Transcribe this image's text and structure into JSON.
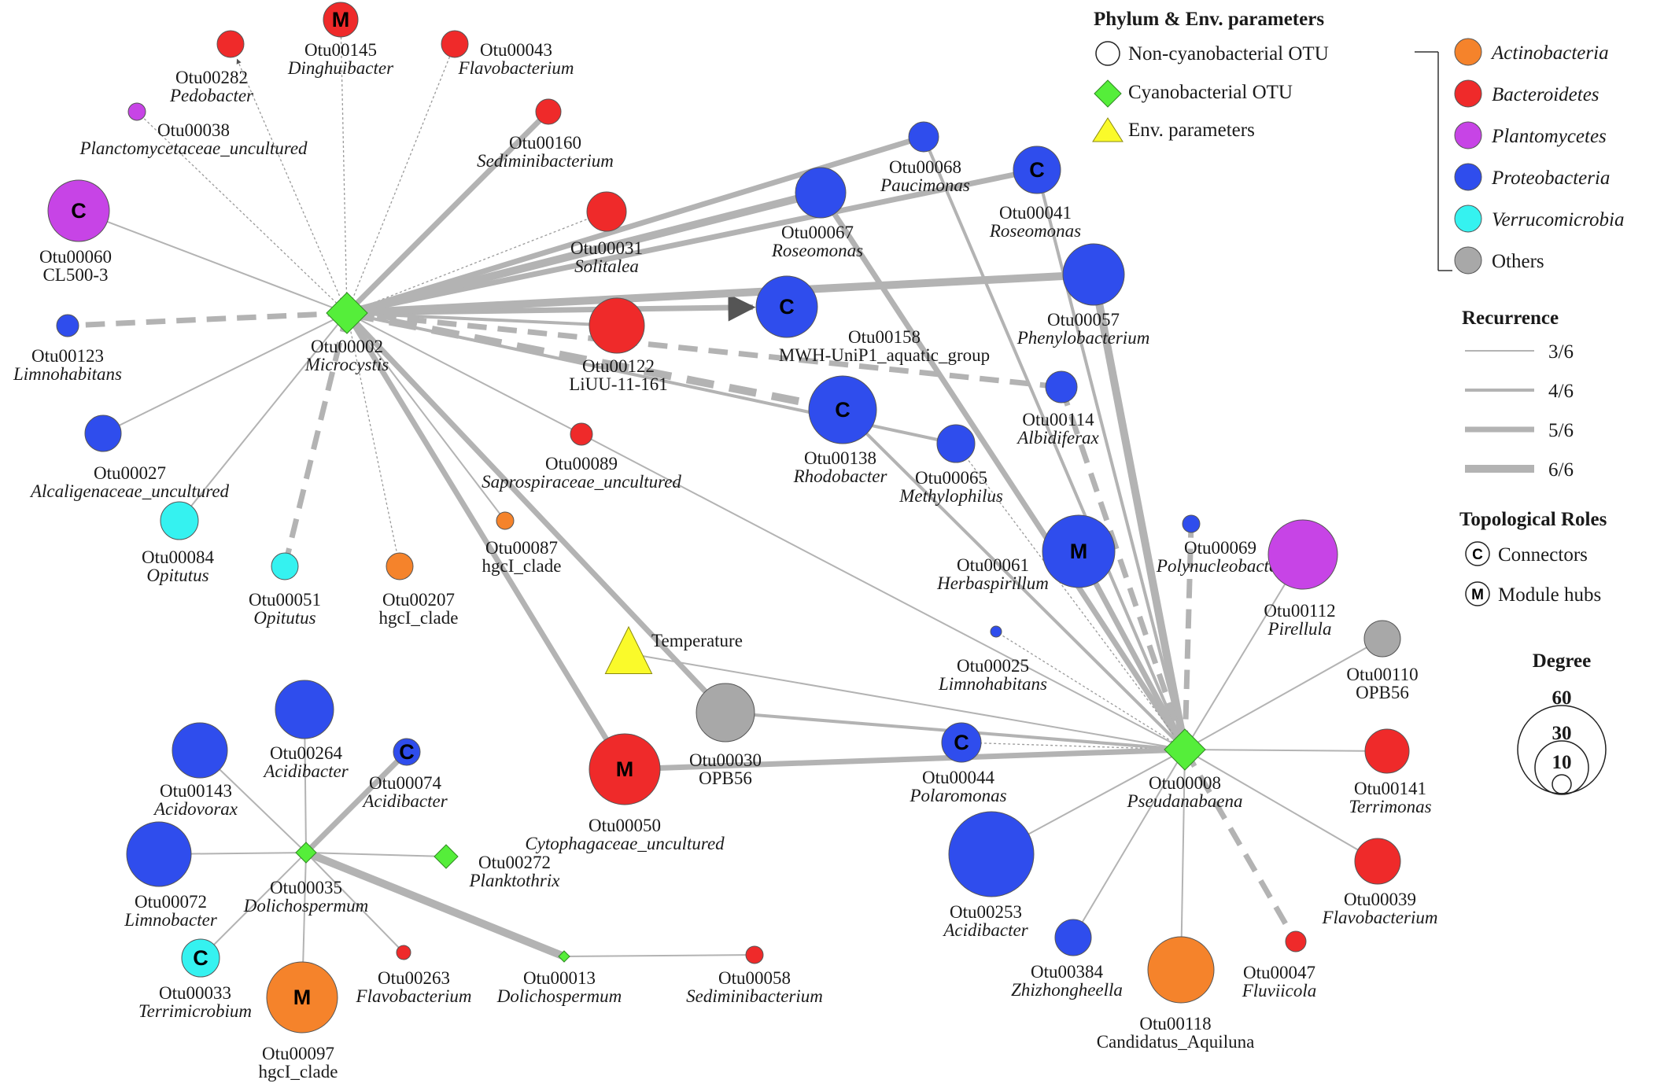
{
  "colors": {
    "Actinobacteria": "#f5832b",
    "Bacteroidetes": "#ef2a2a",
    "Plantomycetes": "#c744e6",
    "Proteobacteria": "#2f4ded",
    "Verrucomicrobia": "#35f2f0",
    "Others": "#a8a8a8",
    "cyano": "#55ee3a",
    "env": "#fafa2a",
    "edge": "#b3b3b3"
  },
  "legend": {
    "phylum_title": "Phylum & Env. parameters",
    "node_types": [
      {
        "shape": "circle",
        "label": "Non-cyanobacterial OTU"
      },
      {
        "shape": "diamond",
        "label": "Cyanobacterial OTU"
      },
      {
        "shape": "triangle",
        "label": "Env. parameters"
      }
    ],
    "phyla": [
      {
        "key": "Actinobacteria",
        "label": "Actinobacteria",
        "italic": true
      },
      {
        "key": "Bacteroidetes",
        "label": "Bacteroidetes",
        "italic": true
      },
      {
        "key": "Plantomycetes",
        "label": "Plantomycetes",
        "italic": true
      },
      {
        "key": "Proteobacteria",
        "label": "Proteobacteria",
        "italic": true
      },
      {
        "key": "Verrucomicrobia",
        "label": "Verrucomicrobia",
        "italic": true
      },
      {
        "key": "Others",
        "label": "Others",
        "italic": false
      }
    ],
    "recurrence_title": "Recurrence",
    "recurrence": [
      {
        "label": "3/6",
        "level": 3
      },
      {
        "label": "4/6",
        "level": 4
      },
      {
        "label": "5/6",
        "level": 5
      },
      {
        "label": "6/6",
        "level": 6
      }
    ],
    "roles_title": "Topological Roles",
    "roles": [
      {
        "letter": "C",
        "label": "Connectors"
      },
      {
        "letter": "M",
        "label": "Module hubs"
      }
    ],
    "degree_title": "Degree",
    "degree_values": [
      60,
      30,
      10
    ]
  },
  "nodes": [
    {
      "id": "Otu00002",
      "taxon": "Microcystis",
      "phylum": "cyano",
      "shape": "diamond",
      "italic": true
    },
    {
      "id": "Otu00008",
      "taxon": "Pseudanabaena",
      "phylum": "cyano",
      "shape": "diamond",
      "italic": true
    },
    {
      "id": "Otu00035",
      "taxon": "Dolichospermum",
      "phylum": "cyano",
      "shape": "diamond",
      "italic": true
    },
    {
      "id": "Otu00272",
      "taxon": "Planktothrix",
      "phylum": "cyano",
      "shape": "diamond",
      "italic": true
    },
    {
      "id": "Otu00013",
      "taxon": "Dolichospermum",
      "phylum": "cyano",
      "shape": "diamond",
      "italic": true
    },
    {
      "id": "Temperature",
      "taxon": "",
      "phylum": "env",
      "shape": "triangle",
      "italic": false
    },
    {
      "id": "Otu00145",
      "taxon": "Dinghuibacter",
      "phylum": "Bacteroidetes",
      "shape": "circle",
      "role": "M",
      "italic": true
    },
    {
      "id": "Otu00282",
      "taxon": "Pedobacter",
      "phylum": "Bacteroidetes",
      "shape": "circle",
      "italic": true
    },
    {
      "id": "Otu00043",
      "taxon": "Flavobacterium",
      "phylum": "Bacteroidetes",
      "shape": "circle",
      "italic": true
    },
    {
      "id": "Otu00038",
      "taxon": "Planctomycetaceae_uncultured",
      "phylum": "Plantomycetes",
      "shape": "circle",
      "italic": true
    },
    {
      "id": "Otu00160",
      "taxon": "Sediminibacterium",
      "phylum": "Bacteroidetes",
      "shape": "circle",
      "italic": true
    },
    {
      "id": "Otu00060",
      "taxon": "CL500-3",
      "phylum": "Plantomycetes",
      "shape": "circle",
      "role": "C",
      "italic": false
    },
    {
      "id": "Otu00031",
      "taxon": "Solitalea",
      "phylum": "Bacteroidetes",
      "shape": "circle",
      "italic": true
    },
    {
      "id": "Otu00068",
      "taxon": "Paucimonas",
      "phylum": "Proteobacteria",
      "shape": "circle",
      "italic": true
    },
    {
      "id": "Otu00041",
      "taxon": "Roseomonas",
      "phylum": "Proteobacteria",
      "shape": "circle",
      "role": "C",
      "italic": true
    },
    {
      "id": "Otu00067",
      "taxon": "Roseomonas",
      "phylum": "Proteobacteria",
      "shape": "circle",
      "italic": true
    },
    {
      "id": "Otu00158",
      "taxon": "MWH-UniP1_aquatic_group",
      "phylum": "Proteobacteria",
      "shape": "circle",
      "role": "C",
      "italic": false
    },
    {
      "id": "Otu00057",
      "taxon": "Phenylobacterium",
      "phylum": "Proteobacteria",
      "shape": "circle",
      "italic": true
    },
    {
      "id": "Otu00123",
      "taxon": "Limnohabitans",
      "phylum": "Proteobacteria",
      "shape": "circle",
      "italic": true
    },
    {
      "id": "Otu00122",
      "taxon": "LiUU-11-161",
      "phylum": "Bacteroidetes",
      "shape": "circle",
      "italic": false
    },
    {
      "id": "Otu00114",
      "taxon": "Albidiferax",
      "phylum": "Proteobacteria",
      "shape": "circle",
      "italic": true
    },
    {
      "id": "Otu00138",
      "taxon": "Rhodobacter",
      "phylum": "Proteobacteria",
      "shape": "circle",
      "role": "C",
      "italic": true
    },
    {
      "id": "Otu00065",
      "taxon": "Methylophilus",
      "phylum": "Proteobacteria",
      "shape": "circle",
      "italic": true
    },
    {
      "id": "Otu00089",
      "taxon": "Saprospiraceae_uncultured",
      "phylum": "Bacteroidetes",
      "shape": "circle",
      "italic": true
    },
    {
      "id": "Otu00027",
      "taxon": "Alcaligenaceae_uncultured",
      "phylum": "Proteobacteria",
      "shape": "circle",
      "italic": true
    },
    {
      "id": "Otu00084",
      "taxon": "Opitutus",
      "phylum": "Verrucomicrobia",
      "shape": "circle",
      "italic": true
    },
    {
      "id": "Otu00051",
      "taxon": "Opitutus",
      "phylum": "Verrucomicrobia",
      "shape": "circle",
      "italic": true
    },
    {
      "id": "Otu00207",
      "taxon": "hgcI_clade",
      "phylum": "Actinobacteria",
      "shape": "circle",
      "italic": false
    },
    {
      "id": "Otu00087",
      "taxon": "hgcI_clade",
      "phylum": "Actinobacteria",
      "shape": "circle",
      "italic": false
    },
    {
      "id": "Otu00061",
      "taxon": "Herbaspirillum",
      "phylum": "Proteobacteria",
      "shape": "circle",
      "role": "M",
      "italic": true
    },
    {
      "id": "Otu00069",
      "taxon": "Polynucleobacter",
      "phylum": "Proteobacteria",
      "shape": "circle",
      "italic": true
    },
    {
      "id": "Otu00112",
      "taxon": "Pirellula",
      "phylum": "Plantomycetes",
      "shape": "circle",
      "italic": true
    },
    {
      "id": "Otu00025",
      "taxon": "Limnohabitans",
      "phylum": "Proteobacteria",
      "shape": "circle",
      "italic": true
    },
    {
      "id": "Otu00110",
      "taxon": "OPB56",
      "phylum": "Others",
      "shape": "circle",
      "italic": false
    },
    {
      "id": "Otu00030",
      "taxon": "OPB56",
      "phylum": "Others",
      "shape": "circle",
      "italic": false
    },
    {
      "id": "Otu00050",
      "taxon": "Cytophagaceae_uncultured",
      "phylum": "Bacteroidetes",
      "shape": "circle",
      "role": "M",
      "italic": true
    },
    {
      "id": "Otu00044",
      "taxon": "Polaromonas",
      "phylum": "Proteobacteria",
      "shape": "circle",
      "role": "C",
      "italic": true
    },
    {
      "id": "Otu00141",
      "taxon": "Terrimonas",
      "phylum": "Bacteroidetes",
      "shape": "circle",
      "italic": true
    },
    {
      "id": "Otu00039",
      "taxon": "Flavobacterium",
      "phylum": "Bacteroidetes",
      "shape": "circle",
      "italic": true
    },
    {
      "id": "Otu00253",
      "taxon": "Acidibacter",
      "phylum": "Proteobacteria",
      "shape": "circle",
      "italic": true
    },
    {
      "id": "Otu00384",
      "taxon": "Zhizhongheella",
      "phylum": "Proteobacteria",
      "shape": "circle",
      "italic": true
    },
    {
      "id": "Otu00118",
      "taxon": "Candidatus_Aquiluna",
      "phylum": "Actinobacteria",
      "shape": "circle",
      "italic": false
    },
    {
      "id": "Otu00047",
      "taxon": "Fluviicola",
      "phylum": "Bacteroidetes",
      "shape": "circle",
      "italic": true
    },
    {
      "id": "Otu00264",
      "taxon": "Acidibacter",
      "phylum": "Proteobacteria",
      "shape": "circle",
      "italic": true
    },
    {
      "id": "Otu00143",
      "taxon": "Acidovorax",
      "phylum": "Proteobacteria",
      "shape": "circle",
      "italic": true
    },
    {
      "id": "Otu00074",
      "taxon": "Acidibacter",
      "phylum": "Proteobacteria",
      "shape": "circle",
      "role": "C",
      "italic": true
    },
    {
      "id": "Otu00072",
      "taxon": "Limnobacter",
      "phylum": "Proteobacteria",
      "shape": "circle",
      "italic": true
    },
    {
      "id": "Otu00033",
      "taxon": "Terrimicrobium",
      "phylum": "Verrucomicrobia",
      "shape": "circle",
      "role": "C",
      "italic": true
    },
    {
      "id": "Otu00097",
      "taxon": "hgcI_clade",
      "phylum": "Actinobacteria",
      "shape": "circle",
      "role": "M",
      "italic": false
    },
    {
      "id": "Otu00263",
      "taxon": "Flavobacterium",
      "phylum": "Bacteroidetes",
      "shape": "circle",
      "italic": true
    },
    {
      "id": "Otu00058",
      "taxon": "Sediminibacterium",
      "phylum": "Bacteroidetes",
      "shape": "circle",
      "italic": true
    }
  ],
  "edges": [
    {
      "source": "Otu00002",
      "target": "Otu00145",
      "recurrence": 3,
      "style": "dotted"
    },
    {
      "source": "Otu00002",
      "target": "Otu00282",
      "recurrence": 3,
      "style": "dotted",
      "arrow": true
    },
    {
      "source": "Otu00002",
      "target": "Otu00043",
      "recurrence": 3,
      "style": "dotted"
    },
    {
      "source": "Otu00002",
      "target": "Otu00038",
      "recurrence": 3,
      "style": "dotted"
    },
    {
      "source": "Otu00002",
      "target": "Otu00160",
      "recurrence": 5,
      "style": "solid"
    },
    {
      "source": "Otu00002",
      "target": "Otu00060",
      "recurrence": 3,
      "style": "solid"
    },
    {
      "source": "Otu00002",
      "target": "Otu00031",
      "recurrence": 3,
      "style": "dotted"
    },
    {
      "source": "Otu00002",
      "target": "Otu00068",
      "recurrence": 5,
      "style": "solid"
    },
    {
      "source": "Otu00002",
      "target": "Otu00041",
      "recurrence": 5,
      "style": "solid"
    },
    {
      "source": "Otu00002",
      "target": "Otu00067",
      "recurrence": 6,
      "style": "solid"
    },
    {
      "source": "Otu00002",
      "target": "Otu00158",
      "recurrence": 5,
      "style": "solid",
      "arrow": true
    },
    {
      "source": "Otu00002",
      "target": "Otu00057",
      "recurrence": 6,
      "style": "solid"
    },
    {
      "source": "Otu00002",
      "target": "Otu00123",
      "recurrence": 5,
      "style": "dashed"
    },
    {
      "source": "Otu00002",
      "target": "Otu00122",
      "recurrence": 4,
      "style": "solid"
    },
    {
      "source": "Otu00002",
      "target": "Otu00114",
      "recurrence": 5,
      "style": "dashed"
    },
    {
      "source": "Otu00002",
      "target": "Otu00138",
      "recurrence": 6,
      "style": "dashed"
    },
    {
      "source": "Otu00002",
      "target": "Otu00065",
      "recurrence": 4,
      "style": "solid"
    },
    {
      "source": "Otu00002",
      "target": "Otu00089",
      "recurrence": 3,
      "style": "solid"
    },
    {
      "source": "Otu00002",
      "target": "Otu00027",
      "recurrence": 3,
      "style": "solid"
    },
    {
      "source": "Otu00002",
      "target": "Otu00084",
      "recurrence": 3,
      "style": "solid"
    },
    {
      "source": "Otu00002",
      "target": "Otu00051",
      "recurrence": 5,
      "style": "dashed"
    },
    {
      "source": "Otu00002",
      "target": "Otu00207",
      "recurrence": 3,
      "style": "dotted"
    },
    {
      "source": "Otu00002",
      "target": "Otu00087",
      "recurrence": 3,
      "style": "solid"
    },
    {
      "source": "Otu00002",
      "target": "Otu00050",
      "recurrence": 5,
      "style": "solid"
    },
    {
      "source": "Otu00002",
      "target": "Otu00030",
      "recurrence": 5,
      "style": "solid"
    },
    {
      "source": "Otu00089",
      "target": "Otu00008",
      "recurrence": 3,
      "style": "solid"
    },
    {
      "source": "Otu00008",
      "target": "Otu00068",
      "recurrence": 4,
      "style": "solid"
    },
    {
      "source": "Otu00008",
      "target": "Otu00041",
      "recurrence": 4,
      "style": "solid"
    },
    {
      "source": "Otu00008",
      "target": "Otu00067",
      "recurrence": 5,
      "style": "solid"
    },
    {
      "source": "Otu00008",
      "target": "Otu00057",
      "recurrence": 6,
      "style": "solid"
    },
    {
      "source": "Otu00008",
      "target": "Otu00114",
      "recurrence": 5,
      "style": "dashed"
    },
    {
      "source": "Otu00008",
      "target": "Otu00138",
      "recurrence": 4,
      "style": "solid"
    },
    {
      "source": "Otu00008",
      "target": "Otu00065",
      "recurrence": 3,
      "style": "dotted"
    },
    {
      "source": "Otu00008",
      "target": "Otu00061",
      "recurrence": 5,
      "style": "solid"
    },
    {
      "source": "Otu00008",
      "target": "Otu00069",
      "recurrence": 5,
      "style": "dashed"
    },
    {
      "source": "Otu00008",
      "target": "Otu00112",
      "recurrence": 3,
      "style": "solid"
    },
    {
      "source": "Otu00008",
      "target": "Otu00025",
      "recurrence": 3,
      "style": "dotted"
    },
    {
      "source": "Otu00008",
      "target": "Otu00110",
      "recurrence": 3,
      "style": "solid"
    },
    {
      "source": "Otu00008",
      "target": "Otu00030",
      "recurrence": 4,
      "style": "solid"
    },
    {
      "source": "Otu00008",
      "target": "Otu00044",
      "recurrence": 3,
      "style": "dotted"
    },
    {
      "source": "Otu00008",
      "target": "Otu00050",
      "recurrence": 5,
      "style": "solid"
    },
    {
      "source": "Otu00008",
      "target": "Temperature",
      "recurrence": 3,
      "style": "solid"
    },
    {
      "source": "Otu00008",
      "target": "Otu00141",
      "recurrence": 3,
      "style": "solid"
    },
    {
      "source": "Otu00008",
      "target": "Otu00039",
      "recurrence": 3,
      "style": "solid"
    },
    {
      "source": "Otu00008",
      "target": "Otu00253",
      "recurrence": 3,
      "style": "solid"
    },
    {
      "source": "Otu00008",
      "target": "Otu00384",
      "recurrence": 3,
      "style": "solid"
    },
    {
      "source": "Otu00008",
      "target": "Otu00118",
      "recurrence": 3,
      "style": "solid"
    },
    {
      "source": "Otu00008",
      "target": "Otu00047",
      "recurrence": 5,
      "style": "dashed"
    },
    {
      "source": "Otu00035",
      "target": "Otu00264",
      "recurrence": 3,
      "style": "solid"
    },
    {
      "source": "Otu00035",
      "target": "Otu00143",
      "recurrence": 3,
      "style": "solid"
    },
    {
      "source": "Otu00035",
      "target": "Otu00074",
      "recurrence": 5,
      "style": "solid"
    },
    {
      "source": "Otu00035",
      "target": "Otu00272",
      "recurrence": 3,
      "style": "solid"
    },
    {
      "source": "Otu00035",
      "target": "Otu00072",
      "recurrence": 3,
      "style": "solid"
    },
    {
      "source": "Otu00035",
      "target": "Otu00033",
      "recurrence": 3,
      "style": "solid"
    },
    {
      "source": "Otu00035",
      "target": "Otu00097",
      "recurrence": 3,
      "style": "solid"
    },
    {
      "source": "Otu00035",
      "target": "Otu00263",
      "recurrence": 3,
      "style": "solid"
    },
    {
      "source": "Otu00035",
      "target": "Otu00013",
      "recurrence": 6,
      "style": "solid"
    },
    {
      "source": "Otu00013",
      "target": "Otu00058",
      "recurrence": 3,
      "style": "solid"
    }
  ]
}
